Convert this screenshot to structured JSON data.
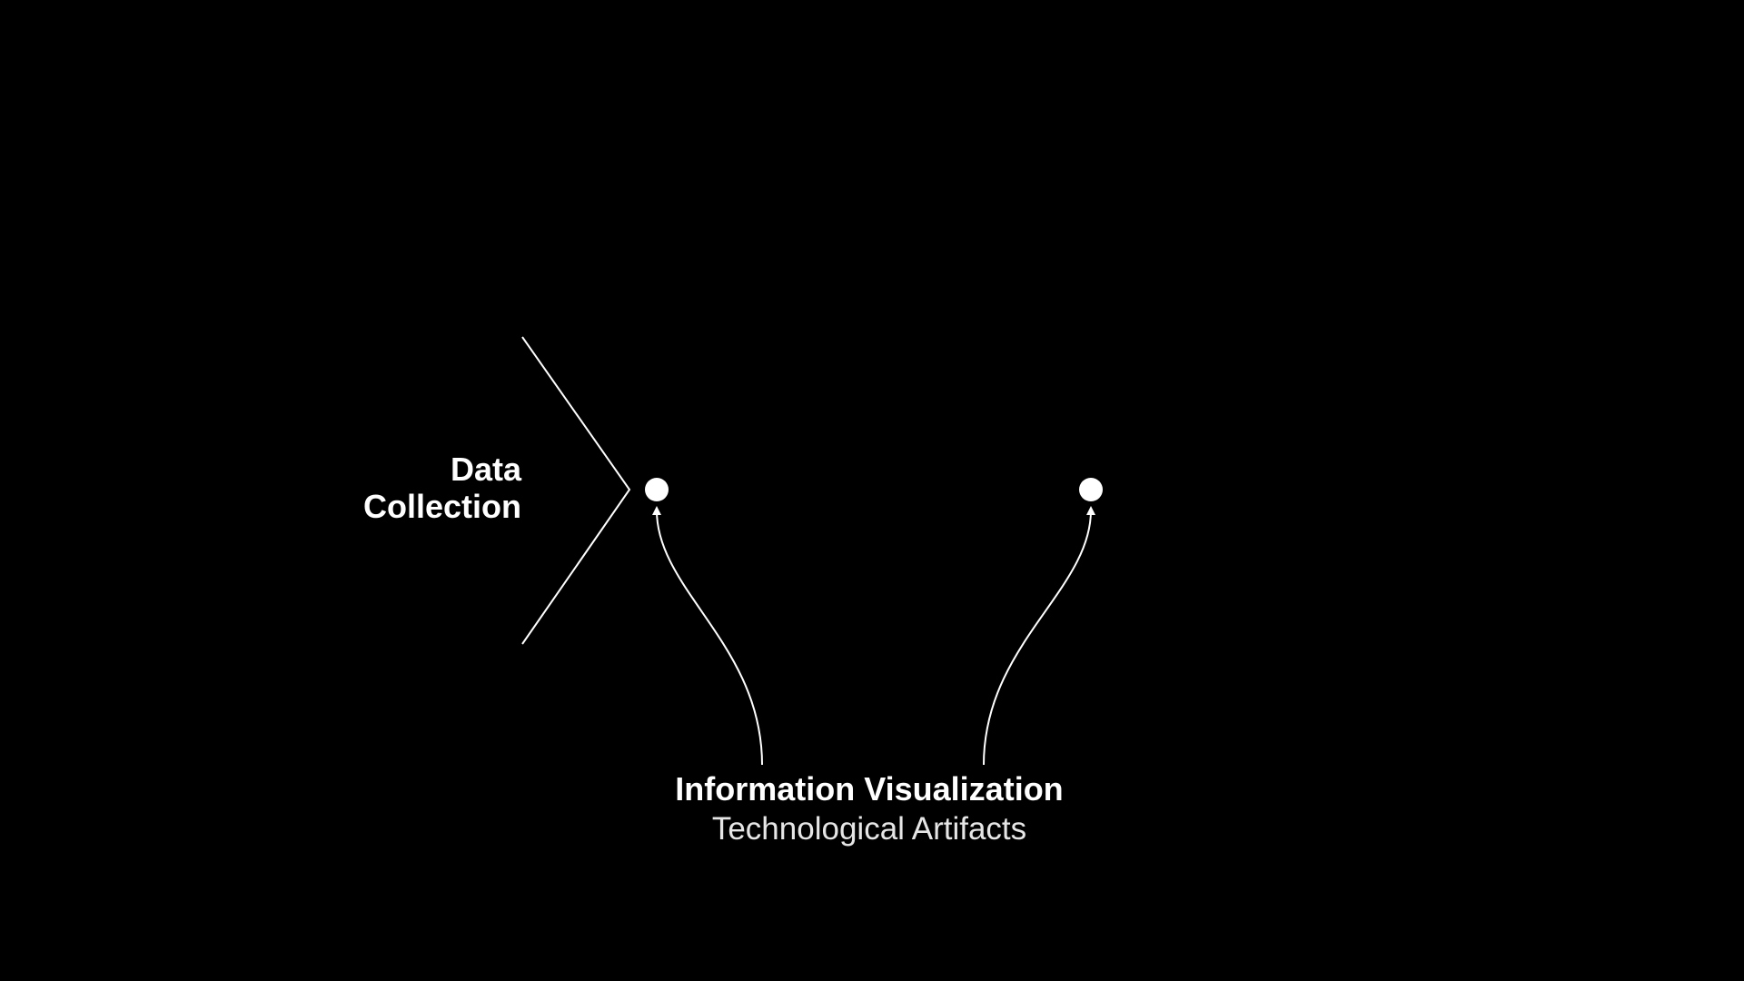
{
  "slide": {
    "background_color": "#000000",
    "foreground_color": "#ffffff"
  },
  "stage": {
    "label_line1": "Data",
    "label_line2": "Collection"
  },
  "caption": {
    "title": "Information Visualization",
    "subtitle": "Technological Artifacts"
  }
}
